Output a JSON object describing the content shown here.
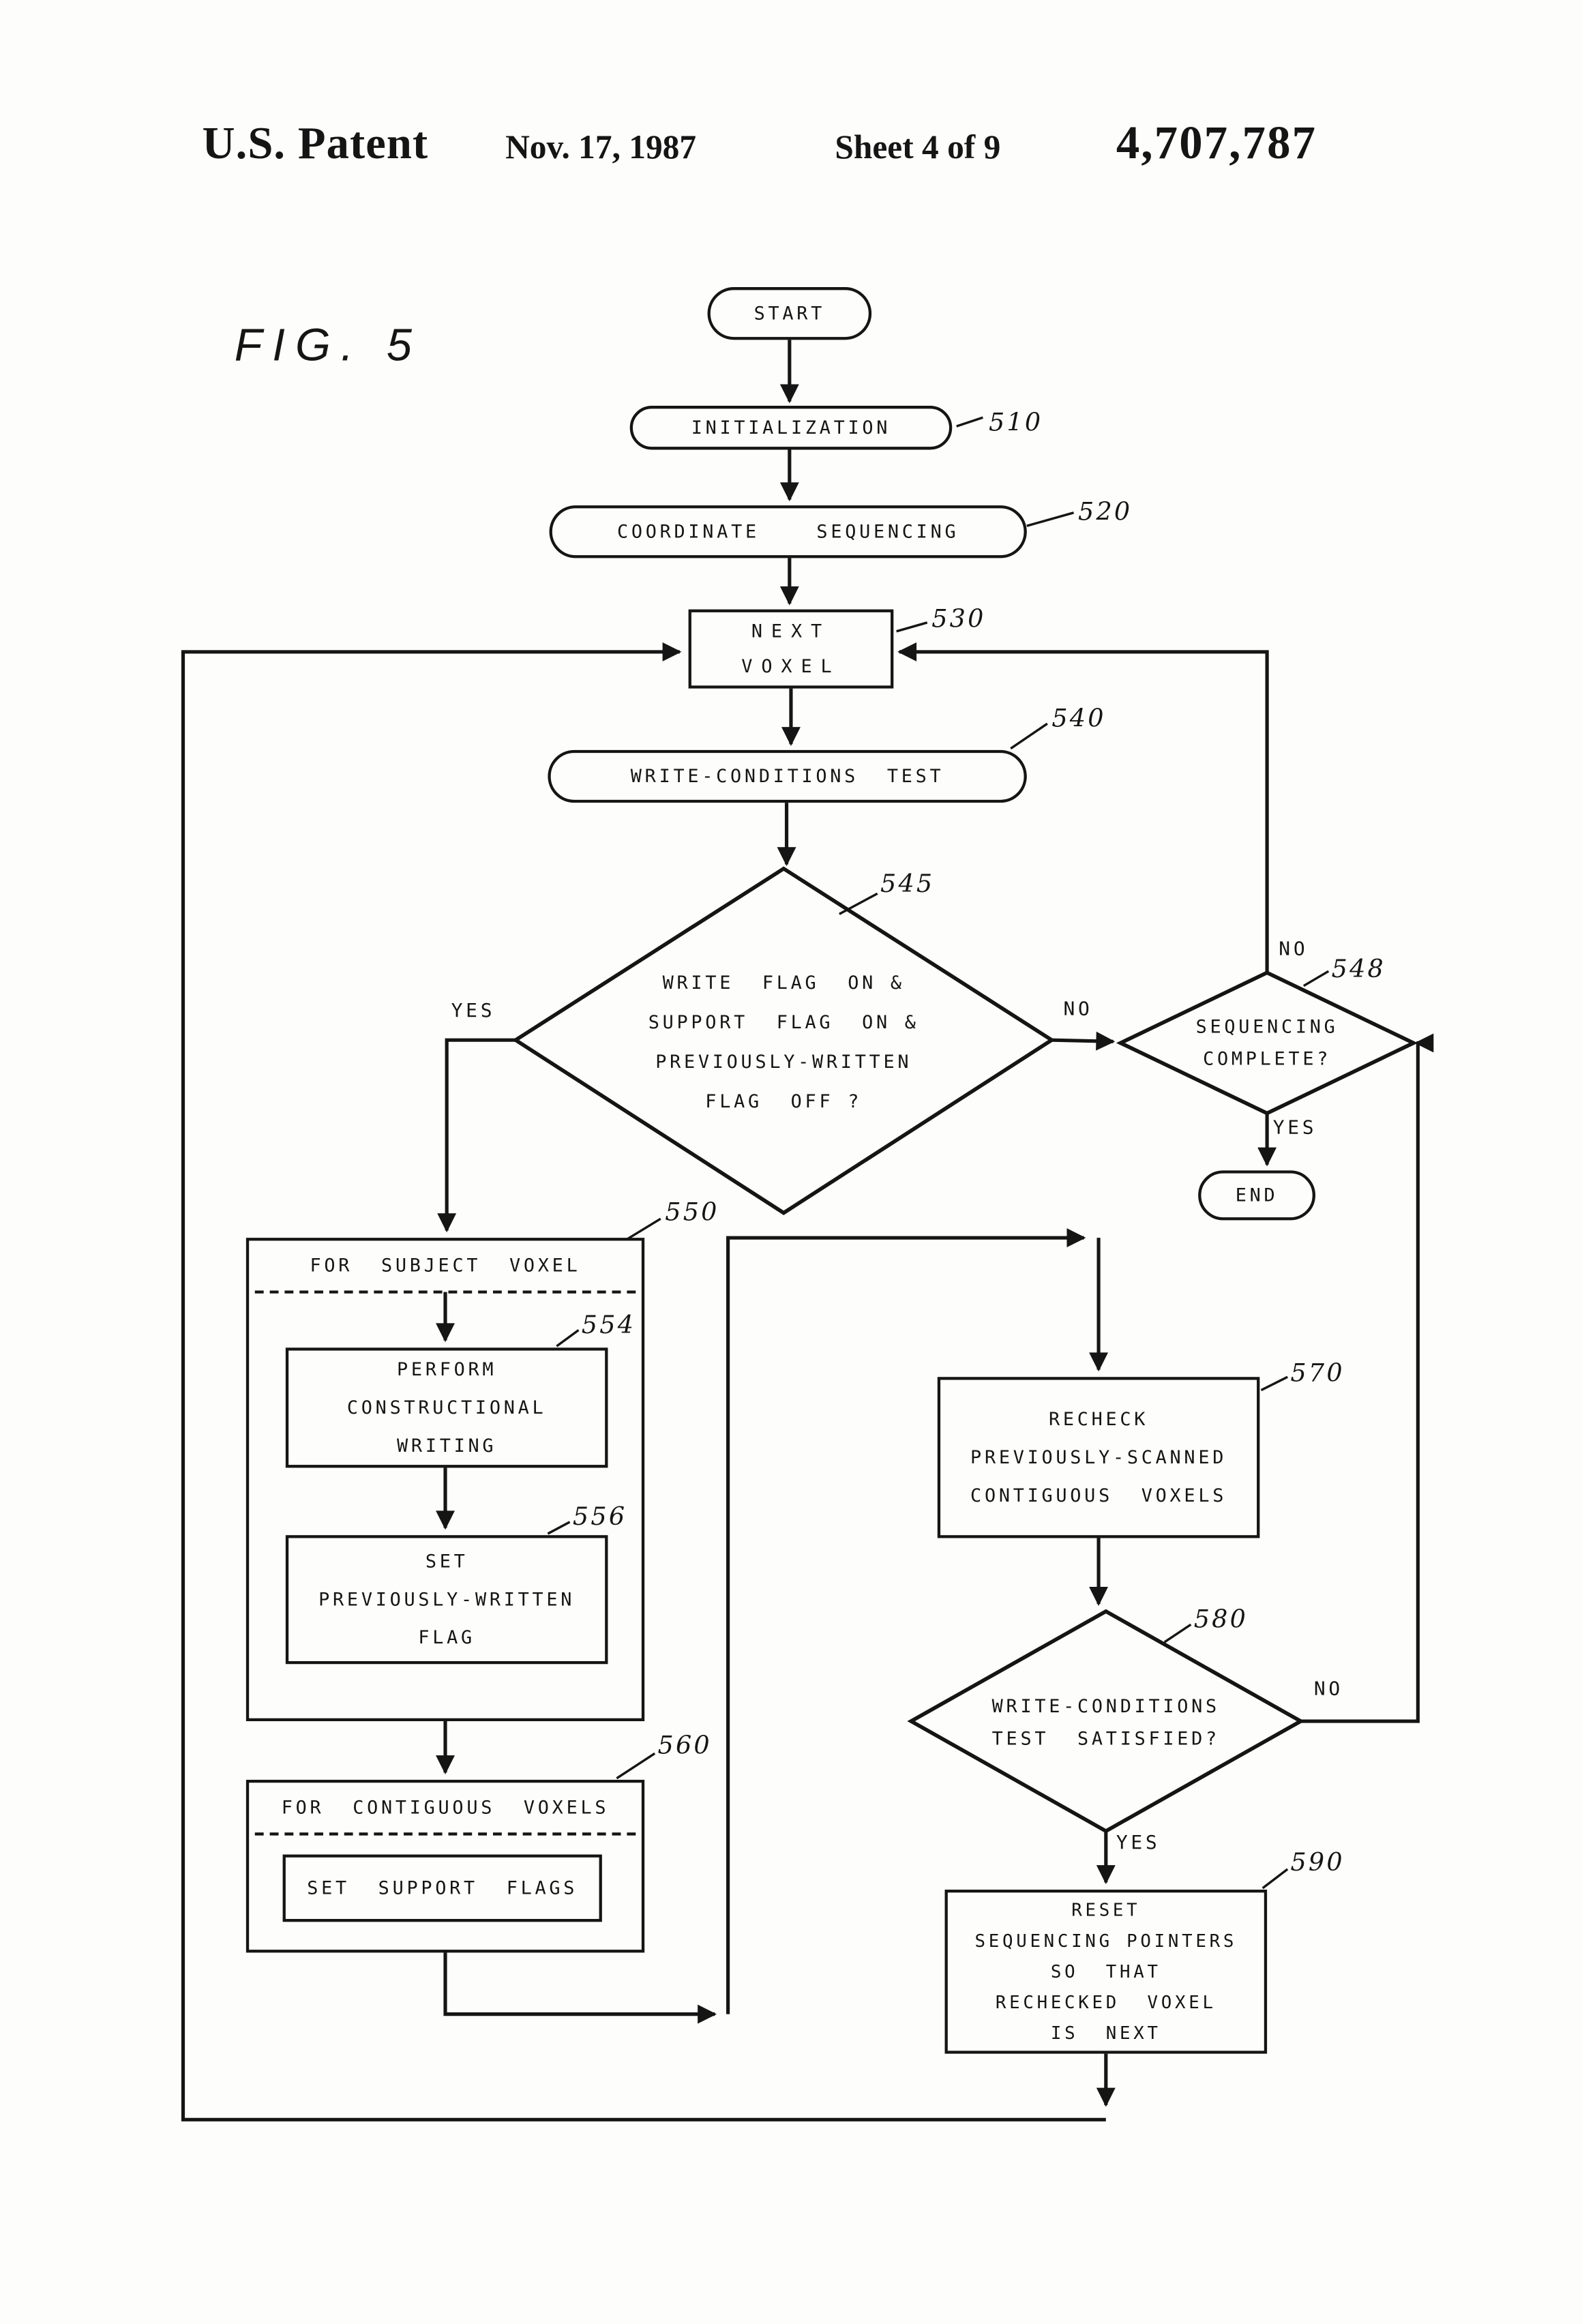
{
  "header": {
    "patent_label": "U.S. Patent",
    "date": "Nov. 17, 1987",
    "sheet": "Sheet 4 of 9",
    "patent_number": "4,707,787"
  },
  "figure_label": "FIG. 5",
  "nodes": {
    "start": {
      "label": "START"
    },
    "initialization": {
      "label": "INITIALIZATION",
      "ref": "510"
    },
    "coordinate_sequencing": {
      "label": "COORDINATE    SEQUENCING",
      "ref": "520"
    },
    "next_voxel": {
      "line1": "NEXT",
      "line2": "VOXEL",
      "ref": "530"
    },
    "write_conditions_test": {
      "label": "WRITE-CONDITIONS  TEST",
      "ref": "540"
    },
    "write_flag_decision": {
      "line1": "WRITE  FLAG  ON &",
      "line2": "SUPPORT  FLAG  ON &",
      "line3": "PREVIOUSLY-WRITTEN",
      "line4": "FLAG  OFF ?",
      "ref": "545"
    },
    "sequencing_complete_decision": {
      "line1": "SEQUENCING",
      "line2": "COMPLETE?",
      "ref": "548"
    },
    "end": {
      "label": "END"
    },
    "for_subject_voxel": {
      "title": "FOR  SUBJECT  VOXEL",
      "ref": "550"
    },
    "perform_constructional_writing": {
      "line1": "PERFORM",
      "line2": "CONSTRUCTIONAL",
      "line3": "WRITING",
      "ref": "554"
    },
    "set_previously_written_flag": {
      "line1": "SET",
      "line2": "PREVIOUSLY-WRITTEN",
      "line3": "FLAG",
      "ref": "556"
    },
    "for_contiguous_voxels": {
      "title": "FOR  CONTIGUOUS  VOXELS",
      "inner_label": "SET  SUPPORT  FLAGS",
      "ref": "560"
    },
    "recheck_contiguous": {
      "line1": "RECHECK",
      "line2": "PREVIOUSLY-SCANNED",
      "line3": "CONTIGUOUS  VOXELS",
      "ref": "570"
    },
    "write_conditions_satisfied_decision": {
      "line1": "WRITE-CONDITIONS",
      "line2": "TEST  SATISFIED?",
      "ref": "580"
    },
    "reset_sequencing_pointers": {
      "line1": "RESET",
      "line2": "SEQUENCING POINTERS",
      "line3": "SO  THAT",
      "line4": "RECHECKED  VOXEL",
      "line5": "IS  NEXT",
      "ref": "590"
    }
  },
  "edge_labels": {
    "write_flag_yes": "YES",
    "write_flag_no": "NO",
    "sequencing_no": "NO",
    "sequencing_yes": "YES",
    "satisfied_yes": "YES",
    "satisfied_no": "NO"
  }
}
